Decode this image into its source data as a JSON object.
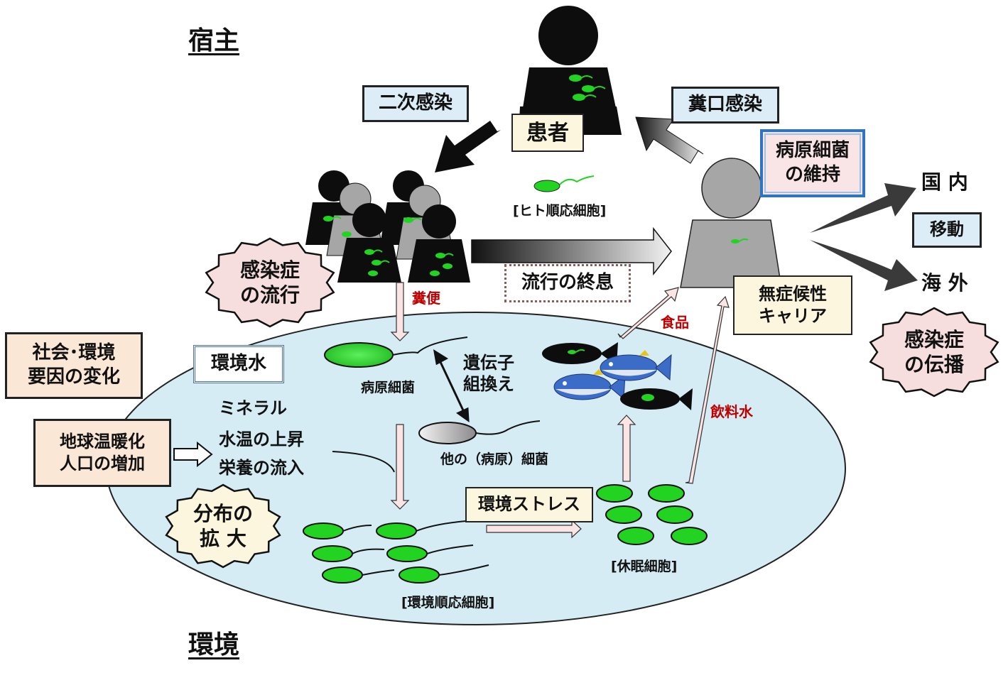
{
  "host_title": "宿主",
  "env_title": "環境",
  "boxes": {
    "secondary_infection": "二次感染",
    "patient": "患者",
    "fecal_oral": "糞口感染",
    "pathogen_maintenance": [
      "病原細菌",
      "の維持"
    ],
    "movement": "移動",
    "end_of_epidemic": "流行の終息",
    "asymptomatic_carrier": [
      "無症候性",
      "キャリア"
    ],
    "social_env_change": [
      "社会･環境",
      "要因の変化"
    ],
    "env_water": "環境水",
    "warming": [
      "地球温暖化",
      "人口の増加"
    ],
    "env_stress": "環境ストレス"
  },
  "stars": {
    "epidemic": [
      "感染症",
      "の流行"
    ],
    "spread": [
      "感染症",
      "の伝播"
    ],
    "expansion": [
      "分布の",
      "拡 大"
    ]
  },
  "labels": {
    "human_adapted": "[ヒト順応細胞]",
    "domestic": "国 内",
    "overseas": "海 外",
    "feces": "糞便",
    "food": "食品",
    "drinking_water": "飲料水",
    "pathogen": "病原細菌",
    "gene_recomb": [
      "遺伝子",
      "組換え"
    ],
    "other_bacteria": "他の（病原）細菌",
    "mineral": "ミネラル",
    "water_temp": "水温の上昇",
    "nutrient": "栄養の流入",
    "env_adapted": "[環境順応細胞]",
    "dormant": "[休眠細胞]"
  },
  "colors": {
    "bacteria_green": "#22d322",
    "water_fill": "#d6ecf5",
    "feces_red": "#c00000",
    "person_dark": "#0d0d0d",
    "person_gray": "#a6a6a6"
  }
}
